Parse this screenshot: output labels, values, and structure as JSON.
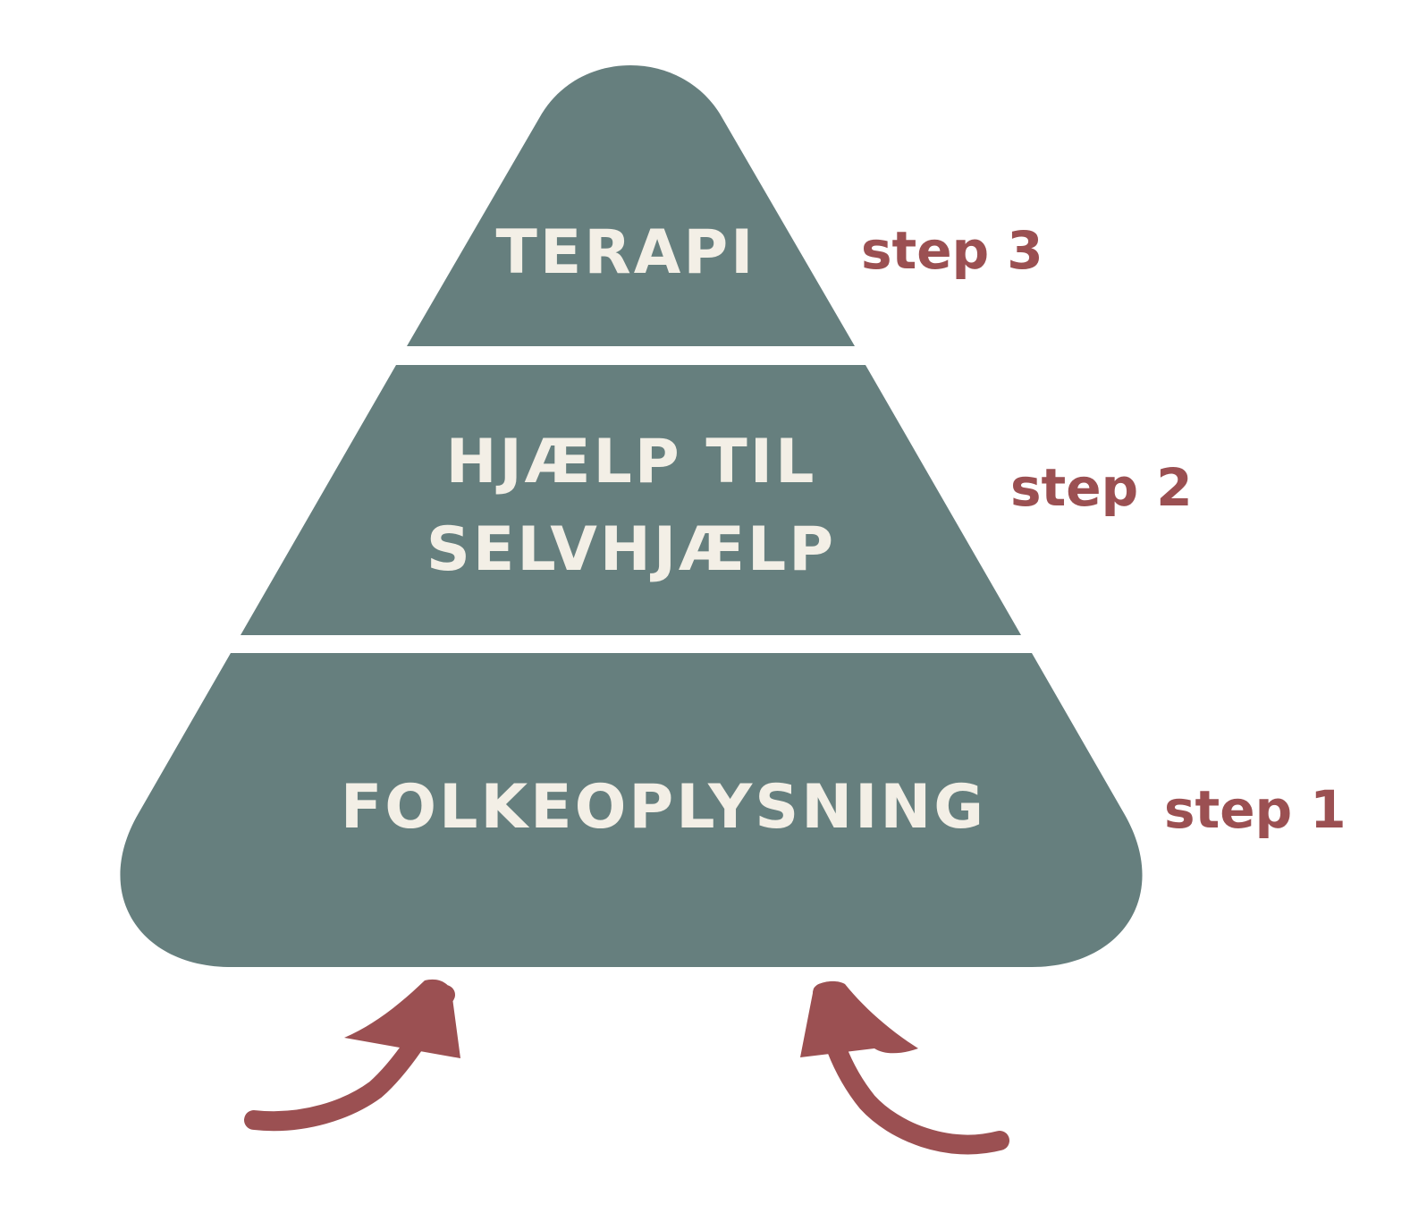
{
  "colors": {
    "tier_fill": "#667f7e",
    "tier_text": "#f3efe6",
    "accent": "#9b5052",
    "background": "#ffffff"
  },
  "pyramid": {
    "tiers": [
      {
        "id": "top",
        "lines": [
          "TERAPI"
        ],
        "step": "step 3"
      },
      {
        "id": "middle",
        "lines": [
          "HJÆLP TIL",
          "SELVHJÆLP"
        ],
        "step": "step 2"
      },
      {
        "id": "bottom",
        "lines": [
          "FOLKEOPLYSNING"
        ],
        "step": "step 1"
      }
    ]
  },
  "arrows": [
    {
      "name": "left-arrow-icon"
    },
    {
      "name": "right-arrow-icon"
    }
  ]
}
